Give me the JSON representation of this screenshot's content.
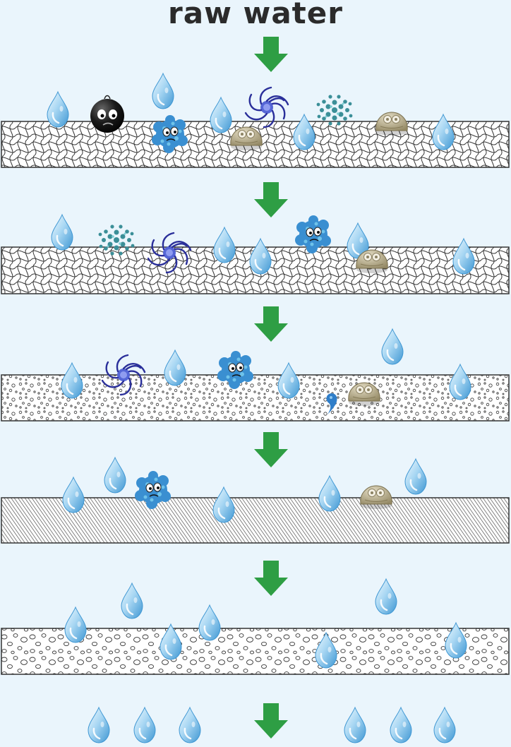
{
  "title": "raw water",
  "colors": {
    "background": "#eaf5fc",
    "arrow": "#2e9e44",
    "layer_stroke": "#333333",
    "drop_light": "#d8eefb",
    "drop_dark": "#4fa6dc"
  },
  "flow_arrows": [
    {
      "id": "arrow-1"
    },
    {
      "id": "arrow-2"
    },
    {
      "id": "arrow-3"
    },
    {
      "id": "arrow-4"
    },
    {
      "id": "arrow-5"
    },
    {
      "id": "arrow-6"
    }
  ],
  "filter_layers": [
    {
      "id": "layer-1",
      "pattern": "woven-mesh",
      "contaminants": [
        "black-blob-icon",
        "blue-fluffy-germ-icon",
        "purple-swirl-germ-icon",
        "teal-dots-cluster-icon",
        "tan-sediment-icon",
        "tan-sediment-icon"
      ]
    },
    {
      "id": "layer-2",
      "pattern": "woven-mesh",
      "contaminants": [
        "teal-dots-cluster-icon",
        "purple-swirl-germ-icon",
        "blue-fluffy-germ-icon",
        "tan-sediment-icon"
      ]
    },
    {
      "id": "layer-3",
      "pattern": "dotted-sand",
      "contaminants": [
        "purple-swirl-germ-icon",
        "blue-fluffy-germ-icon",
        "blue-comma-germ-icon",
        "tan-sediment-icon"
      ]
    },
    {
      "id": "layer-4",
      "pattern": "diagonal-hatch",
      "contaminants": [
        "blue-fluffy-germ-icon",
        "tan-sediment-icon"
      ]
    },
    {
      "id": "layer-5",
      "pattern": "large-circles",
      "contaminants": []
    }
  ],
  "output": {
    "clean_drops": 6
  }
}
